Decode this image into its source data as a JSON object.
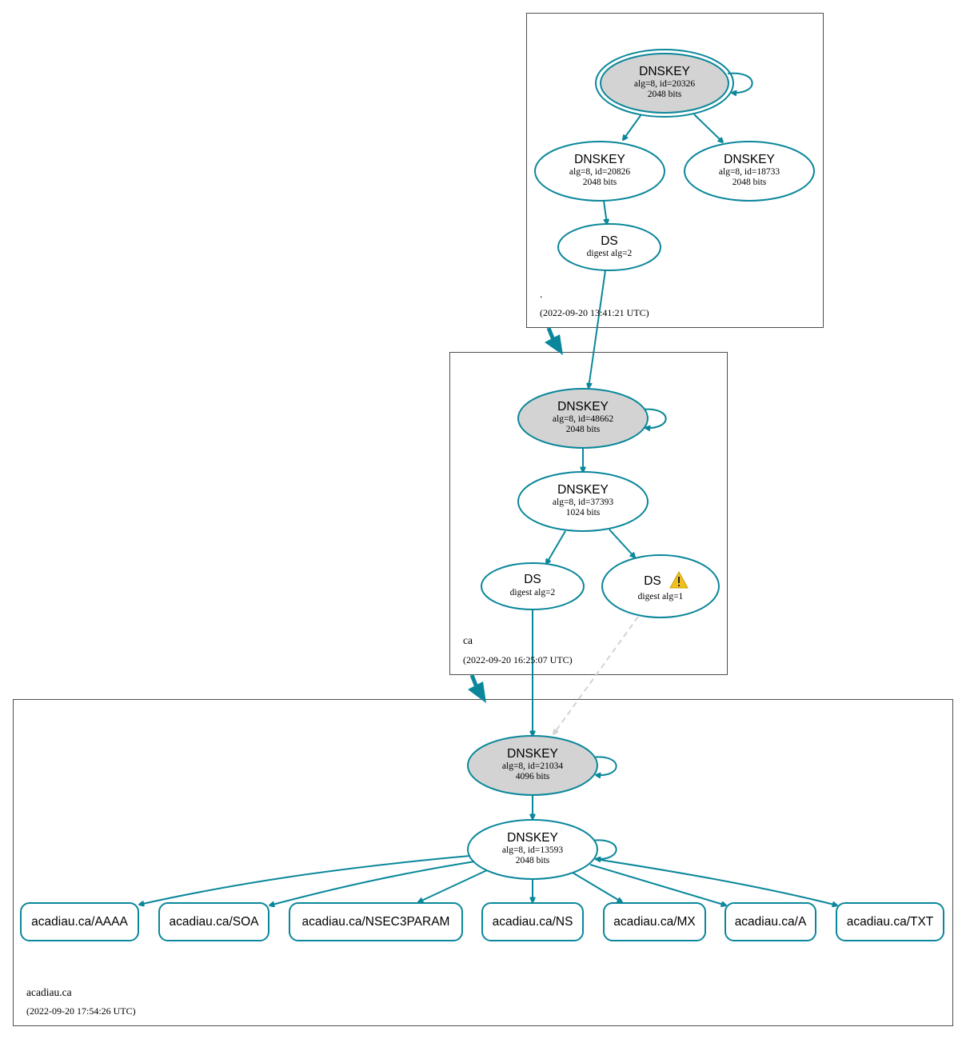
{
  "zones": {
    "root": {
      "name": ".",
      "timestamp": "(2022-09-20 13:41:21 UTC)",
      "ksk": {
        "title": "DNSKEY",
        "line1": "alg=8, id=20326",
        "line2": "2048 bits"
      },
      "zsk": {
        "title": "DNSKEY",
        "line1": "alg=8, id=20826",
        "line2": "2048 bits"
      },
      "zsk2": {
        "title": "DNSKEY",
        "line1": "alg=8, id=18733",
        "line2": "2048 bits"
      },
      "ds": {
        "title": "DS",
        "line1": "digest alg=2"
      }
    },
    "ca": {
      "name": "ca",
      "timestamp": "(2022-09-20 16:25:07 UTC)",
      "ksk": {
        "title": "DNSKEY",
        "line1": "alg=8, id=48662",
        "line2": "2048 bits"
      },
      "zsk": {
        "title": "DNSKEY",
        "line1": "alg=8, id=37393",
        "line2": "1024 bits"
      },
      "ds2": {
        "title": "DS",
        "line1": "digest alg=2"
      },
      "ds1": {
        "title": "DS",
        "line1": "digest alg=1",
        "warning_icon": "warning-icon"
      }
    },
    "acadiau": {
      "name": "acadiau.ca",
      "timestamp": "(2022-09-20 17:54:26 UTC)",
      "ksk": {
        "title": "DNSKEY",
        "line1": "alg=8, id=21034",
        "line2": "4096 bits"
      },
      "zsk": {
        "title": "DNSKEY",
        "line1": "alg=8, id=13593",
        "line2": "2048 bits"
      },
      "rrsets": [
        "acadiau.ca/AAAA",
        "acadiau.ca/SOA",
        "acadiau.ca/NSEC3PARAM",
        "acadiau.ca/NS",
        "acadiau.ca/MX",
        "acadiau.ca/A",
        "acadiau.ca/TXT"
      ]
    }
  },
  "colors": {
    "edge": "#0a879a",
    "sep_fill": "#d3d3d3",
    "insecure_edge": "#d3d3d3",
    "warning": "#f0c020"
  }
}
